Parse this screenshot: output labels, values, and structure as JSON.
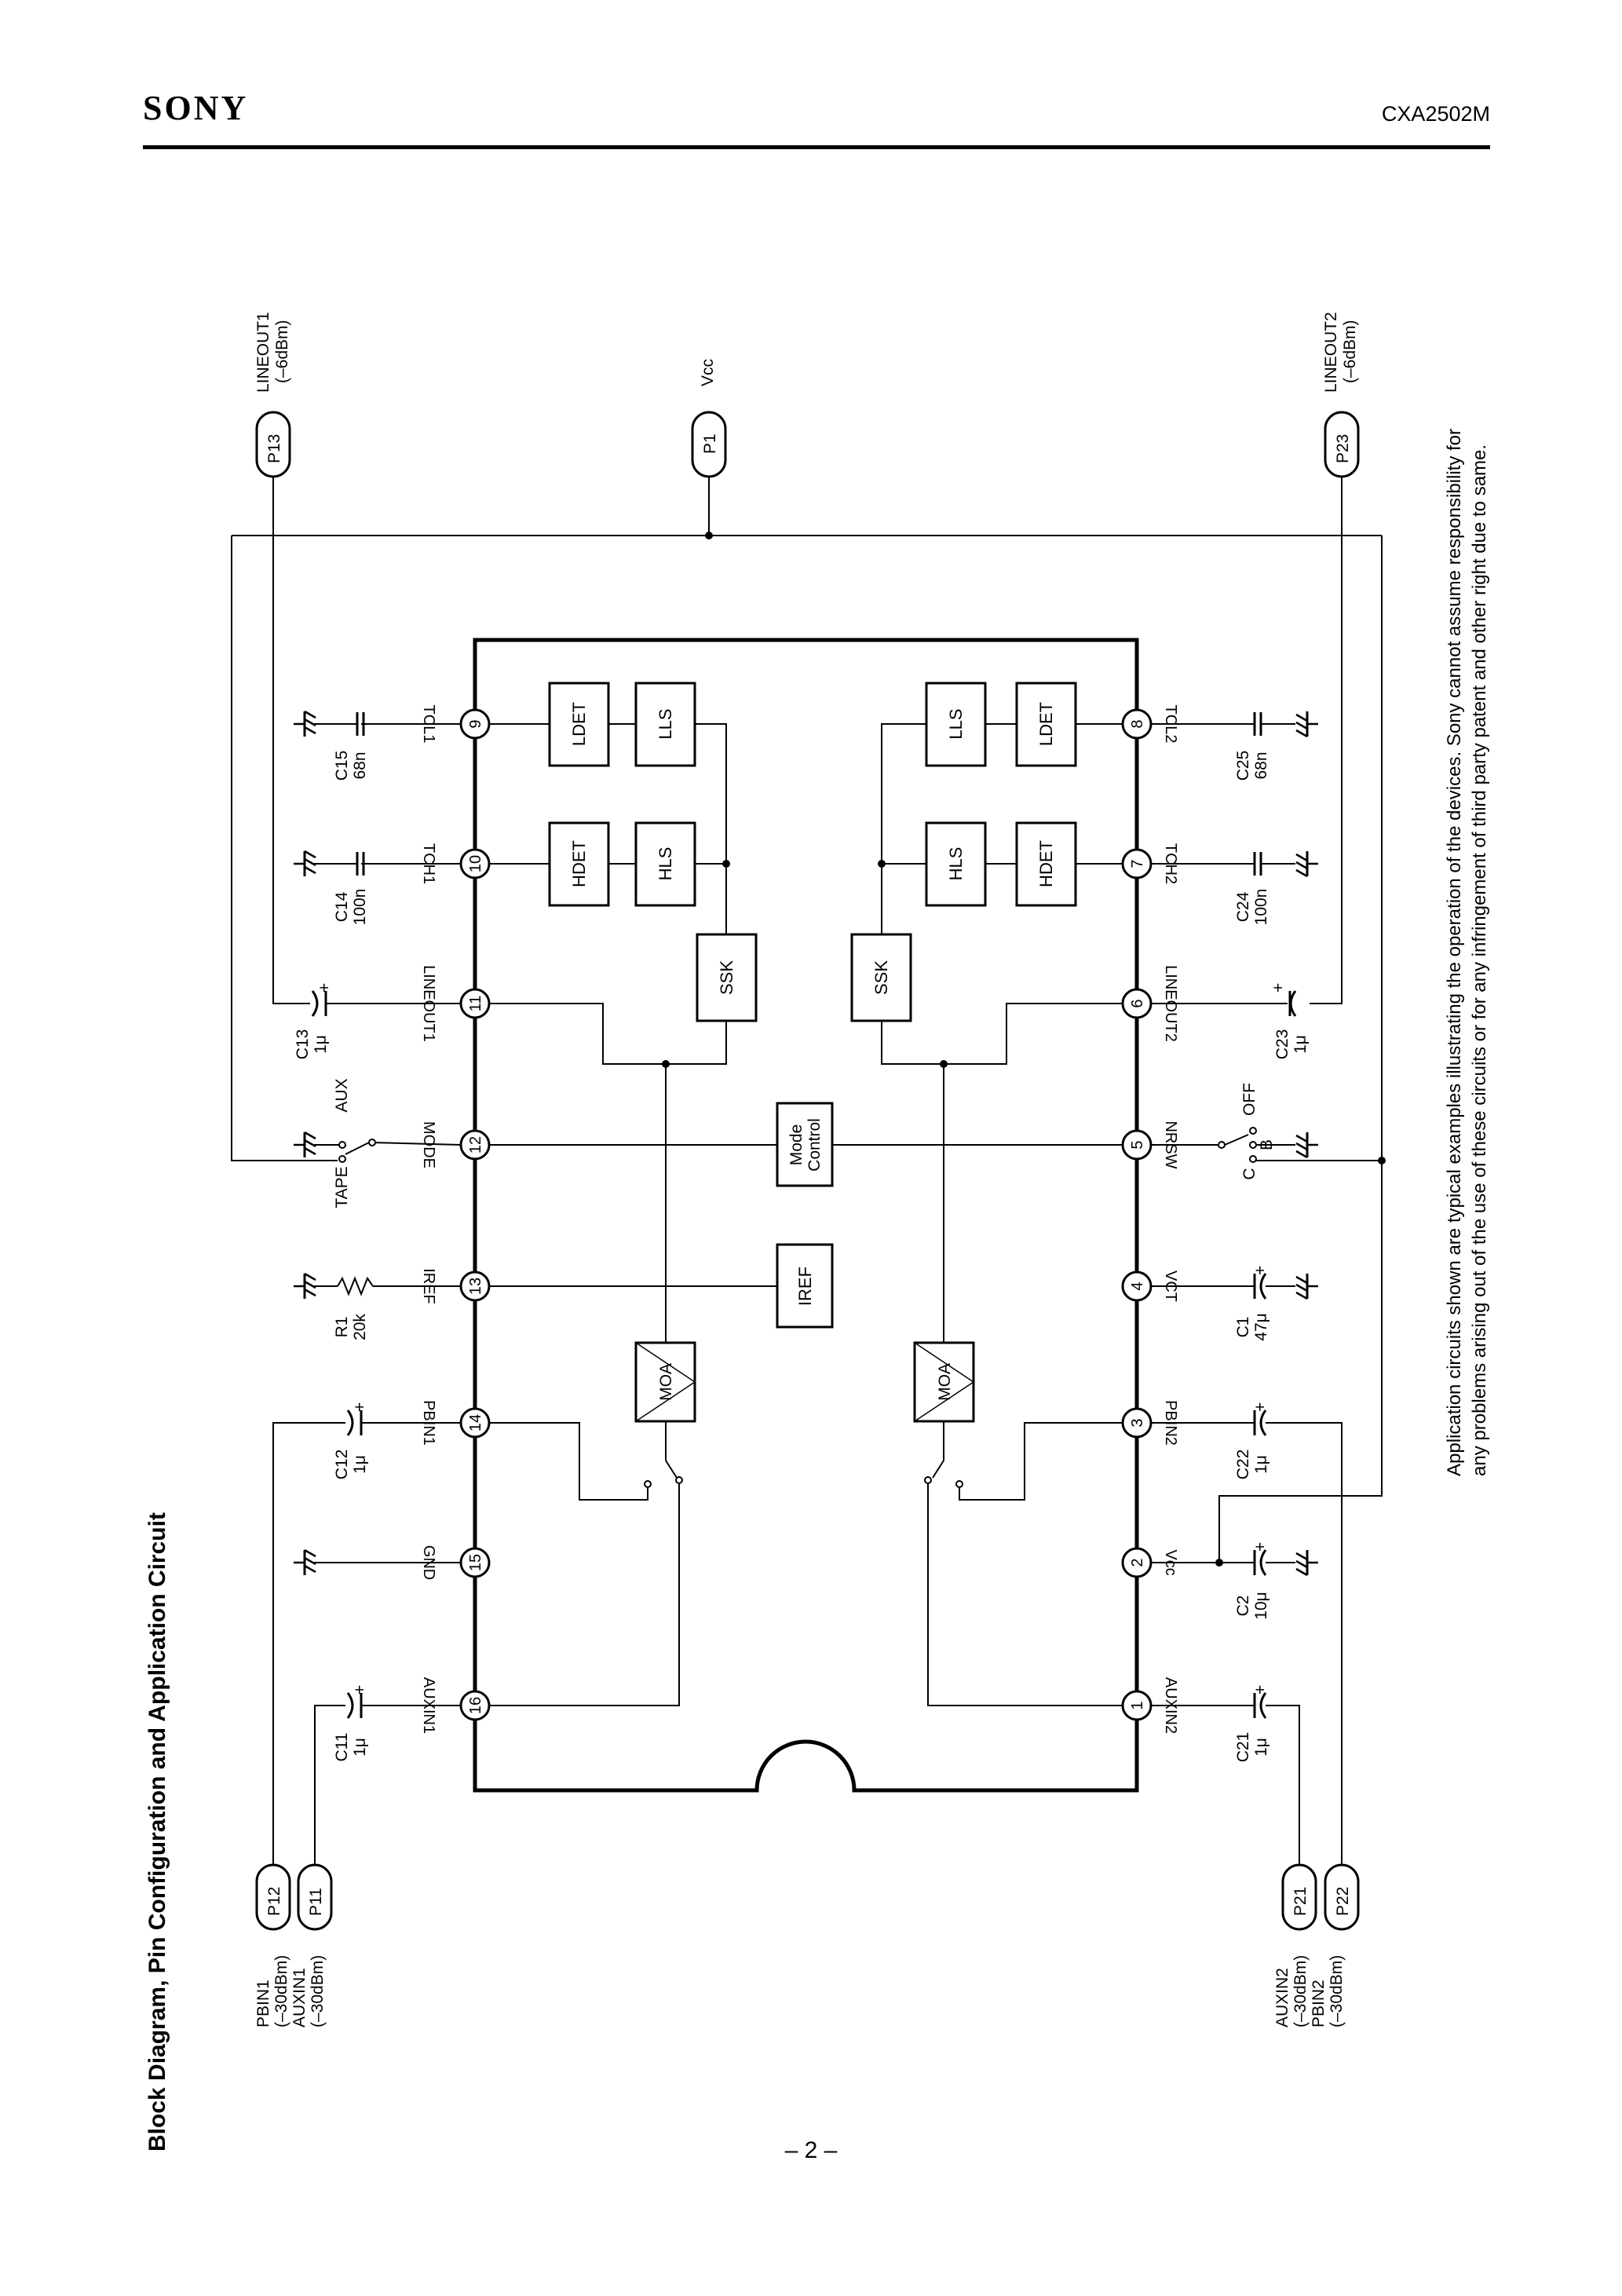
{
  "header": {
    "logo": "SONY",
    "part_number": "CXA2502M"
  },
  "section_title": "Block Diagram, Pin Configuration and Application Circuit",
  "disclaimer": {
    "line1": "Application circuits shown are typical examples illustrating the operation of the devices. Sony cannot assume responsibility for",
    "line2": "any problems arising out of the use of these circuits or for any infringement of third party patent and other right due to same."
  },
  "page_number": "– 2 –",
  "ports": {
    "p13": "P13",
    "p1": "P1",
    "p23": "P23",
    "p12": "P12",
    "p11": "P11",
    "p21": "P21",
    "p22": "P22"
  },
  "port_labels": {
    "lineout1": "LINEOUT1",
    "lineout1_level": "(–6dBm)",
    "vcc": "Vcc",
    "lineout2": "LINEOUT2",
    "lineout2_level": "(–6dBm)",
    "pbin1": "PBIN1",
    "pbin1_level": "(–30dBm)",
    "auxin1": "AUXIN1",
    "auxin1_level": "(–30dBm)",
    "auxin2": "AUXIN2",
    "auxin2_level": "(–30dBm)",
    "pbin2": "PBIN2",
    "pbin2_level": "(–30dBm)"
  },
  "pins": {
    "p9": "9",
    "p10": "10",
    "p11": "11",
    "p12": "12",
    "p13": "13",
    "p14": "14",
    "p15": "15",
    "p16": "16",
    "p8": "8",
    "p7": "7",
    "p6": "6",
    "p5": "5",
    "p4": "4",
    "p3": "3",
    "p2": "2",
    "p1": "1"
  },
  "pin_names": {
    "tcl1": "TCL1",
    "tch1": "TCH1",
    "lineout1": "LINEOUT1",
    "mode": "MODE",
    "iref": "IREF",
    "pbin1": "PBIN1",
    "gnd": "GND",
    "auxin1": "AUXIN1",
    "tcl2": "TCL2",
    "tch2": "TCH2",
    "lineout2": "LINEOUT2",
    "nrsw": "NRSW",
    "vct": "VCT",
    "pbin2": "PBIN2",
    "vcc": "Vcc",
    "auxin2": "AUXIN2"
  },
  "blocks": {
    "ldet": "LDET",
    "lls": "LLS",
    "hdet": "HDET",
    "hls": "HLS",
    "ssk": "SSK",
    "mode_control_1": "Mode",
    "mode_control_2": "Control",
    "iref": "IREF",
    "moa": "MOA"
  },
  "components": {
    "c15": "C15",
    "c15_val": "68n",
    "c14": "C14",
    "c14_val": "100n",
    "c13": "C13",
    "c13_val": "1μ",
    "r1": "R1",
    "r1_val": "20k",
    "c12": "C12",
    "c12_val": "1μ",
    "c11": "C11",
    "c11_val": "1μ",
    "c25": "C25",
    "c25_val": "68n",
    "c24": "C24",
    "c24_val": "100n",
    "c23": "C23",
    "c23_val": "1μ",
    "c1": "C1",
    "c1_val": "47μ",
    "c22": "C22",
    "c22_val": "1μ",
    "c2": "C2",
    "c2_val": "10μ",
    "c21": "C21",
    "c21_val": "1μ"
  },
  "switch_labels": {
    "aux": "AUX",
    "tape": "TAPE",
    "off": "OFF",
    "b": "B",
    "c": "C"
  },
  "plus": "+"
}
